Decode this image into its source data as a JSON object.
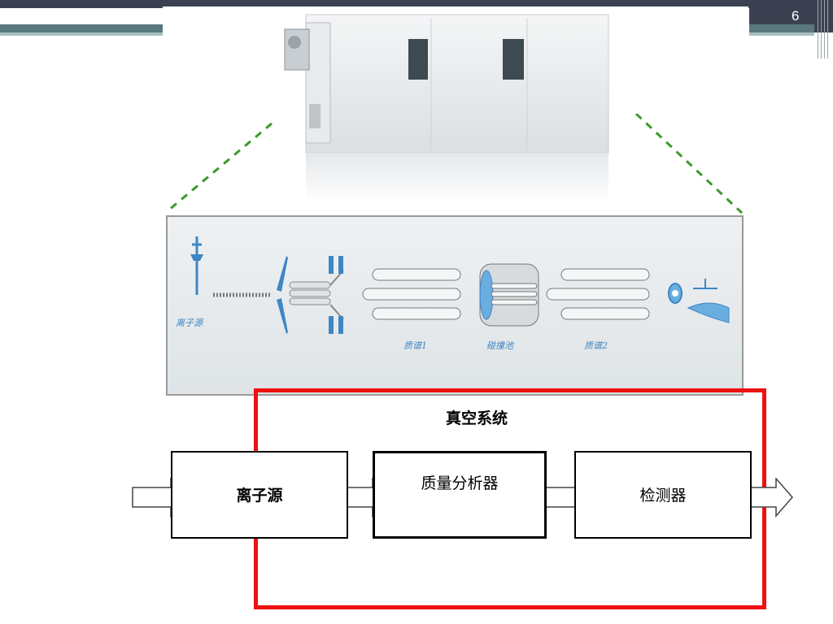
{
  "slide": {
    "page_number": "6"
  },
  "instrument_labels": {
    "ion_source": "离子源",
    "mass1": "质谱1",
    "collision_cell": "碰撞池",
    "mass2": "质谱2"
  },
  "flow": {
    "vacuum_system": "真空系统",
    "ion_source": "离子源",
    "mass_analyzer": "质量分析器",
    "detector": "检测器"
  },
  "colors": {
    "vacuum_border": "#ee1111",
    "dashed_line": "#3a9a2a",
    "label_blue": "#3f86c4"
  }
}
